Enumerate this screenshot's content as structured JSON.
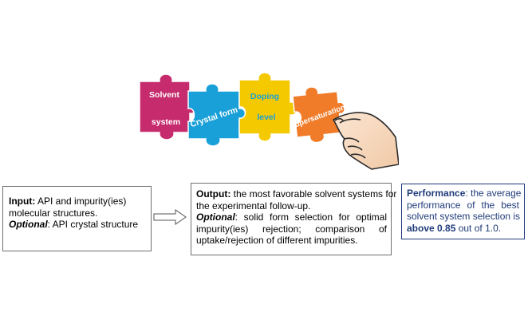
{
  "puzzle": {
    "pieces": [
      {
        "label_lines": [
          "Solvent",
          "system"
        ],
        "color": "#c62b6d"
      },
      {
        "label_lines": [
          "Crystal form"
        ],
        "color": "#1aa0d8"
      },
      {
        "label_lines": [
          "Doping",
          "level"
        ],
        "color": "#f4c900"
      },
      {
        "label_lines": [
          "Supersaturation"
        ],
        "color": "#f07c2a"
      }
    ],
    "hand_icon": "hand-holding-piece-icon"
  },
  "input_box": {
    "label": "Input:",
    "text_line1": " API and impurity(ies)",
    "text_line2": "molecular structures.",
    "optional_label": "Optional",
    "optional_text": ": API crystal structure"
  },
  "arrow_icon": "right-arrow-icon",
  "output_box": {
    "label": "Output:",
    "line1": " the most favorable solvent systems for",
    "line2": "the experimental follow-up.",
    "optional_label": "Optional",
    "opt_line1": ": solid form  selection for optimal",
    "opt_line2": "impurity(ies)  rejection;  comparison  of",
    "opt_line3": "uptake/rejection of  different impurities."
  },
  "performance_box": {
    "label": "Performance",
    "line1": ": the average",
    "line2": "performance  of  the  best",
    "line3": "solvent system selection is",
    "bold_value": "above 0.85",
    "line4_rest": " out of 1.0.",
    "border_color": "#1f3b7a"
  }
}
